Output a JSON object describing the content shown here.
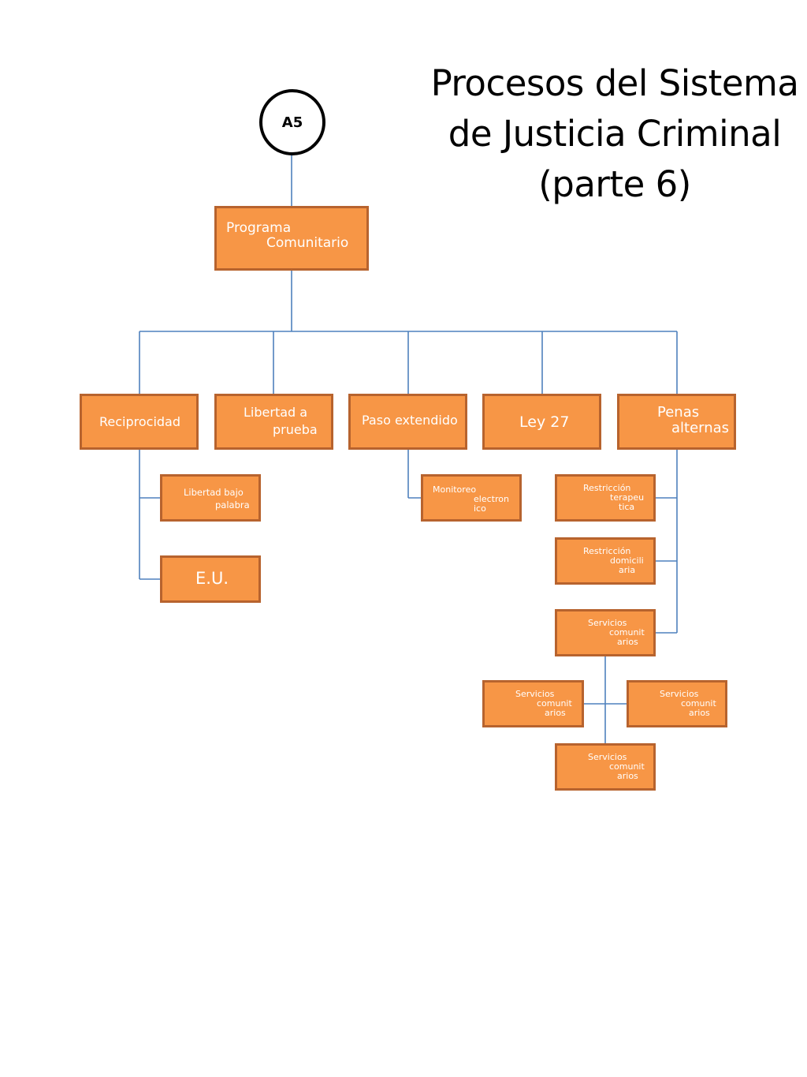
{
  "title": {
    "lines": [
      "Procesos del Sistema",
      "de Justicia Criminal",
      "(parte 6)"
    ]
  },
  "connector": {
    "label": "A5"
  },
  "root": {
    "lines": [
      "Programa",
      "Comunitario"
    ]
  },
  "level1": [
    {
      "lines": [
        "Reciprocidad"
      ]
    },
    {
      "lines": [
        "Libertad a",
        "prueba"
      ]
    },
    {
      "lines": [
        "Paso extendido"
      ]
    },
    {
      "lines": [
        "Ley 27"
      ]
    },
    {
      "lines": [
        "Penas",
        "alternas"
      ]
    }
  ],
  "reciprocidad_children": [
    {
      "lines": [
        "Libertad bajo",
        "palabra"
      ]
    },
    {
      "lines": [
        "E.U."
      ]
    }
  ],
  "paso_children": [
    {
      "lines": [
        "Monitoreo",
        "electron",
        "ico"
      ]
    }
  ],
  "penas_children": [
    {
      "lines": [
        "Restricción",
        "terapeu",
        "tica"
      ]
    },
    {
      "lines": [
        "Restricción",
        "domicili",
        "aria"
      ]
    },
    {
      "lines": [
        "Servicios",
        "comunit",
        "arios"
      ]
    }
  ],
  "servicios_children": [
    {
      "lines": [
        "Servicios",
        "comunit",
        "arios"
      ]
    },
    {
      "lines": [
        "Servicios",
        "comunit",
        "arios"
      ]
    },
    {
      "lines": [
        "Servicios",
        "comunit",
        "arios"
      ]
    }
  ],
  "colors": {
    "box_fill": "#F79646",
    "box_border": "#B7632E",
    "connector_line": "#4F81BD",
    "text": "#FFFFFF"
  }
}
